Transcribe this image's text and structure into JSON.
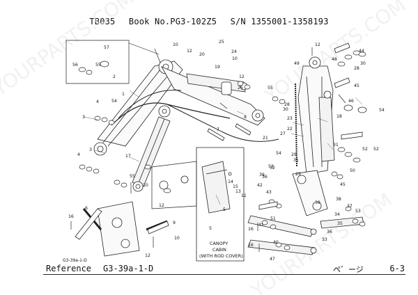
{
  "header": {
    "model": "TB035",
    "book": "Book No.PG3-102Z5",
    "serial": "S/N 1355001-1358193"
  },
  "diagram": {
    "callouts": [
      "1",
      "2",
      "3",
      "3",
      "4",
      "4",
      "5",
      "5",
      "6",
      "7",
      "8",
      "9",
      "10",
      "10",
      "10",
      "10",
      "11",
      "12",
      "12",
      "12",
      "12",
      "12",
      "13",
      "14",
      "15",
      "16",
      "16",
      "16",
      "17",
      "18",
      "19",
      "20",
      "21",
      "22",
      "23",
      "24",
      "25",
      "26",
      "27",
      "28",
      "28",
      "29",
      "29",
      "30",
      "30",
      "31",
      "31",
      "32",
      "33",
      "34",
      "35",
      "36",
      "36",
      "37",
      "38",
      "39",
      "39",
      "40",
      "41",
      "42",
      "43",
      "44",
      "45",
      "45",
      "46",
      "47",
      "48",
      "49",
      "50",
      "51",
      "52",
      "52",
      "53",
      "53",
      "54",
      "54",
      "54",
      "55",
      "55",
      "55",
      "56",
      "57"
    ],
    "canopy_label": [
      "CANOPY",
      "CABIN",
      "(WITH ROD COVER)"
    ],
    "watermark": "YOURPARTS.COM"
  },
  "ref_small": "G3-39a-1-D",
  "footer": {
    "reference_label": "Reference",
    "reference_code": "G3-39a-1-D",
    "page_label": "ペ゛ージ",
    "page_number": "6-3"
  }
}
